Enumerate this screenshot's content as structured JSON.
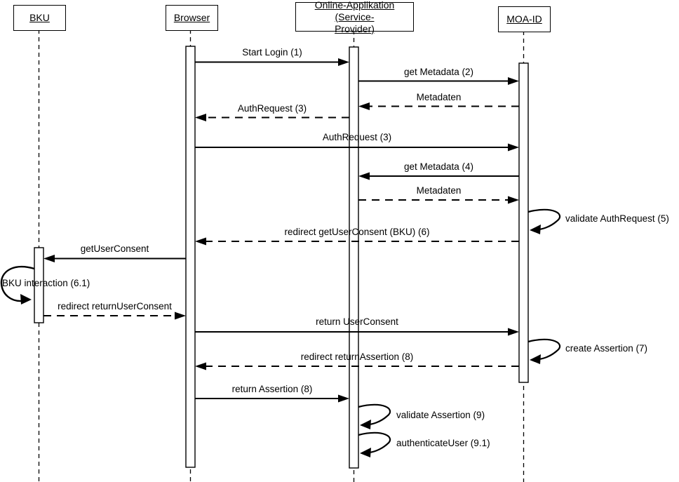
{
  "colors": {
    "ink": "#000000",
    "paper": "#ffffff"
  },
  "actors": [
    {
      "id": "bku",
      "label": "BKU"
    },
    {
      "id": "browser",
      "label": "Browser"
    },
    {
      "id": "online-applikation",
      "label": "Online-Applikation (Service-Provider)",
      "lines": [
        "Online-Applikation (Service-",
        "Provider)"
      ]
    },
    {
      "id": "moa-id",
      "label": "MOA-ID"
    }
  ],
  "messages": [
    {
      "n": 1,
      "label": "Start Login (1)",
      "from": "browser",
      "to": "online-applikation",
      "style": "solid"
    },
    {
      "n": 2,
      "label": "get Metadata (2)",
      "from": "online-applikation",
      "to": "moa-id",
      "style": "solid"
    },
    {
      "n": 3,
      "label": "Metadaten",
      "from": "moa-id",
      "to": "online-applikation",
      "style": "dashed"
    },
    {
      "n": 4,
      "label": "AuthRequest (3)",
      "from": "online-applikation",
      "to": "browser",
      "style": "dashed"
    },
    {
      "n": 5,
      "label": "AuthRequest (3)",
      "from": "browser",
      "to": "moa-id",
      "style": "solid"
    },
    {
      "n": 6,
      "label": "get Metadata (4)",
      "from": "moa-id",
      "to": "online-applikation",
      "style": "solid"
    },
    {
      "n": 7,
      "label": "Metadaten",
      "from": "online-applikation",
      "to": "moa-id",
      "style": "dashed"
    },
    {
      "n": 8,
      "label": "validate AuthRequest (5)",
      "from": "moa-id",
      "to": "moa-id",
      "style": "self"
    },
    {
      "n": 9,
      "label": "redirect getUserConsent (BKU) (6)",
      "from": "moa-id",
      "to": "browser",
      "style": "dashed"
    },
    {
      "n": 10,
      "label": "getUserConsent",
      "from": "browser",
      "to": "bku",
      "style": "solid"
    },
    {
      "n": 11,
      "label": "BKU interaction (6.1)",
      "from": "bku",
      "to": "bku",
      "style": "self"
    },
    {
      "n": 12,
      "label": "redirect returnUserConsent",
      "from": "bku",
      "to": "browser",
      "style": "dashed"
    },
    {
      "n": 13,
      "label": "return UserConsent",
      "from": "browser",
      "to": "moa-id",
      "style": "solid"
    },
    {
      "n": 14,
      "label": "create Assertion (7)",
      "from": "moa-id",
      "to": "moa-id",
      "style": "self"
    },
    {
      "n": 15,
      "label": "redirect returnAssertion (8)",
      "from": "moa-id",
      "to": "browser",
      "style": "dashed"
    },
    {
      "n": 16,
      "label": "return Assertion (8)",
      "from": "browser",
      "to": "online-applikation",
      "style": "solid"
    },
    {
      "n": 17,
      "label": "validate Assertion (9)",
      "from": "online-applikation",
      "to": "online-applikation",
      "style": "self"
    },
    {
      "n": 18,
      "label": "authenticateUser (9.1)",
      "from": "online-applikation",
      "to": "online-applikation",
      "style": "self"
    }
  ]
}
